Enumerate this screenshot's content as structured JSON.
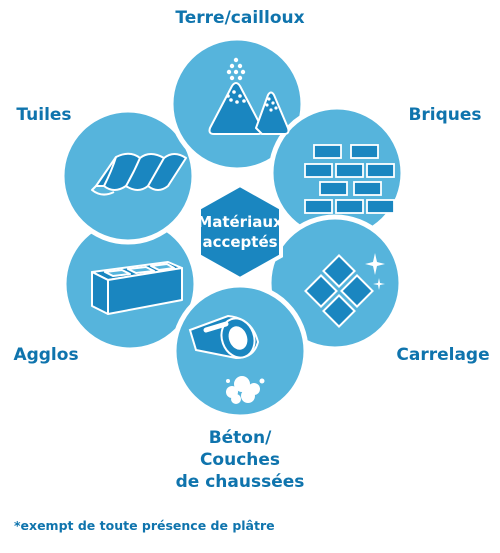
{
  "center": {
    "line1": "Matériaux",
    "line2": "acceptés"
  },
  "materials": {
    "terre": "Terre/cailloux",
    "briques": "Briques",
    "carrelage": "Carrelage",
    "beton_line1": "Béton/",
    "beton_line2": "Couches",
    "beton_line3": "de chaussées",
    "agglos": "Agglos",
    "tuiles": "Tuiles"
  },
  "footnote": "*exempt de toute présence de plâtre",
  "colors": {
    "circle": "#56b4dc",
    "ring": "#ffffff",
    "hexagon": "#1a86c0",
    "label": "#0f74ad",
    "icon_fill": "#1a86c0",
    "icon_stroke": "#ffffff"
  },
  "icons": [
    "sand-piles-icon",
    "bricks-icon",
    "tiles-icon",
    "concrete-pipe-icon",
    "cinder-block-icon",
    "roof-tiles-icon"
  ]
}
